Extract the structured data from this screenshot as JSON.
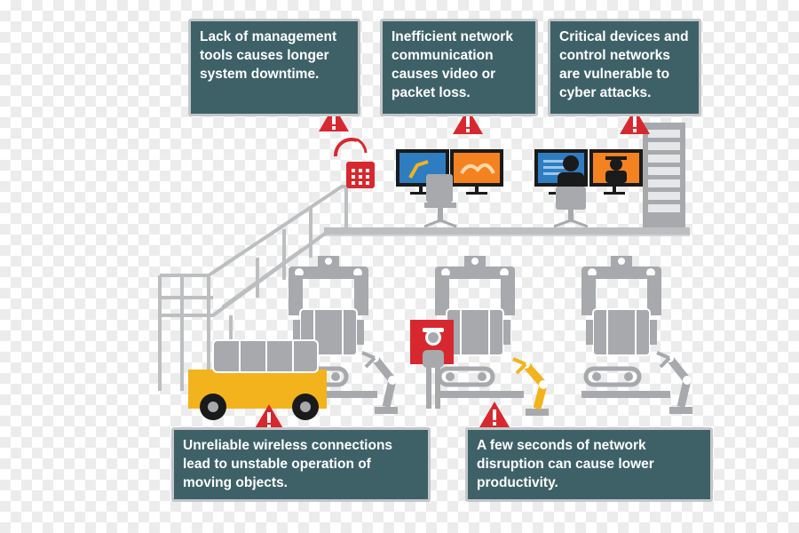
{
  "callouts": {
    "management": "Lack of management\ntools causes longer\nsystem downtime.",
    "network": "Inefficient network\ncommunication\ncauses video or\npacket loss.",
    "security": "Critical devices and\ncontrol networks\nare vulnerable to\ncyber attacks.",
    "wireless": "Unreliable wireless connections\nlead to unstable operation of\nmoving objects.",
    "disruption": "A few seconds of network\ndisruption can cause lower\nproductivity."
  },
  "colors": {
    "callout_bg": "#3e6168",
    "callout_border": "#c3c6c8",
    "warning": "#d7282f",
    "machine": "#a7a9ac",
    "accent_yellow": "#f2b31d",
    "accent_orange": "#f58220"
  },
  "icons": [
    "warning-icon",
    "phone-icon",
    "monitor-icon",
    "office-chair-icon",
    "server-rack-icon",
    "hacker-icon",
    "robot-arm-icon",
    "worker-icon",
    "forklift-icon",
    "stairs-icon"
  ]
}
